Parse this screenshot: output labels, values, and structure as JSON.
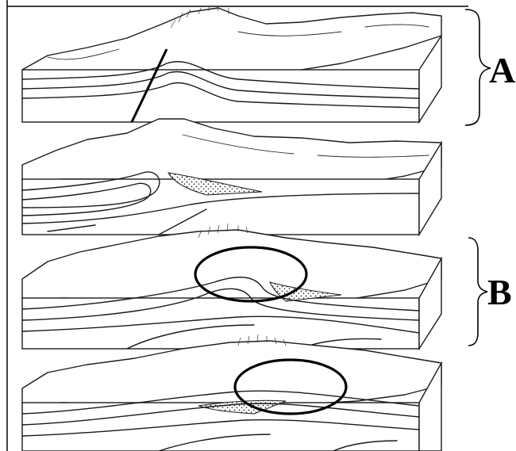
{
  "labels": {
    "a": "A",
    "b": "B"
  },
  "blocks": [
    {
      "id": "block-1",
      "feature": "fault"
    },
    {
      "id": "block-2",
      "feature": "thrust-fold"
    },
    {
      "id": "block-3",
      "feature": "fold",
      "highlighted": true
    },
    {
      "id": "block-4",
      "feature": "fold",
      "highlighted": true
    }
  ],
  "colors": {
    "ink": "#1a1a1a",
    "paper": "#ffffff"
  }
}
